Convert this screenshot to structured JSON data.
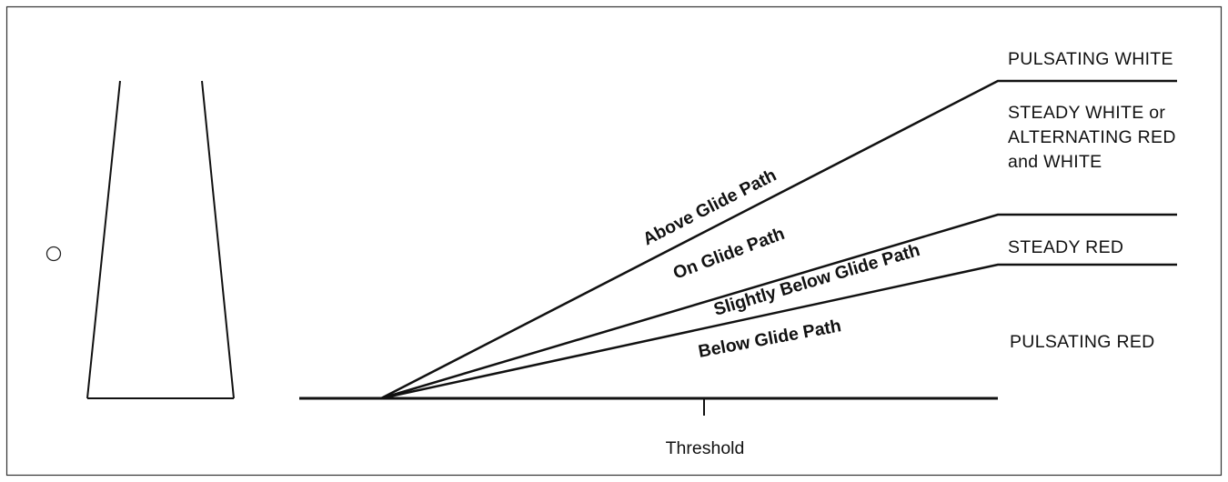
{
  "diagram": {
    "path_labels": {
      "above": "Above Glide Path",
      "on": "On Glide Path",
      "slightly_below": "Slightly Below Glide Path",
      "below": "Below Glide Path"
    },
    "indications": {
      "pulsating_white": "PULSATING WHITE",
      "steady_white_line1": "STEADY WHITE or",
      "steady_white_line2": "ALTERNATING RED",
      "steady_white_line3": "and WHITE",
      "steady_red": "STEADY RED",
      "pulsating_red": "PULSATING RED"
    },
    "threshold_label": "Threshold"
  }
}
